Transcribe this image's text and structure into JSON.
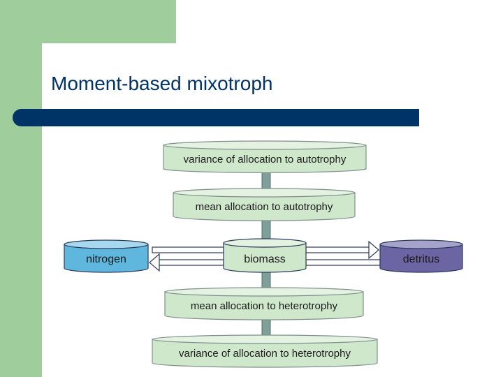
{
  "slide": {
    "title": "Moment-based mixotroph"
  },
  "diagram": {
    "nodes": {
      "var_auto": "variance of allocation to autotrophy",
      "mean_auto": "mean allocation to autotrophy",
      "nitrogen": "nitrogen",
      "biomass": "biomass",
      "detritus": "detritus",
      "mean_hetero": "mean allocation to heterotrophy",
      "var_hetero": "variance of allocation to heterotrophy"
    },
    "colors": {
      "stock_green": "#cfe8cc",
      "stock_green_top": "#e3f2e1",
      "nitrogen": "#5fb7de",
      "nitrogen_top": "#a6d9ef",
      "detritus": "#6b66a3",
      "detritus_top": "#a5a2cc",
      "accent": "#9fcd9c",
      "title": "#003366",
      "connector": "#7f9f9b"
    }
  }
}
